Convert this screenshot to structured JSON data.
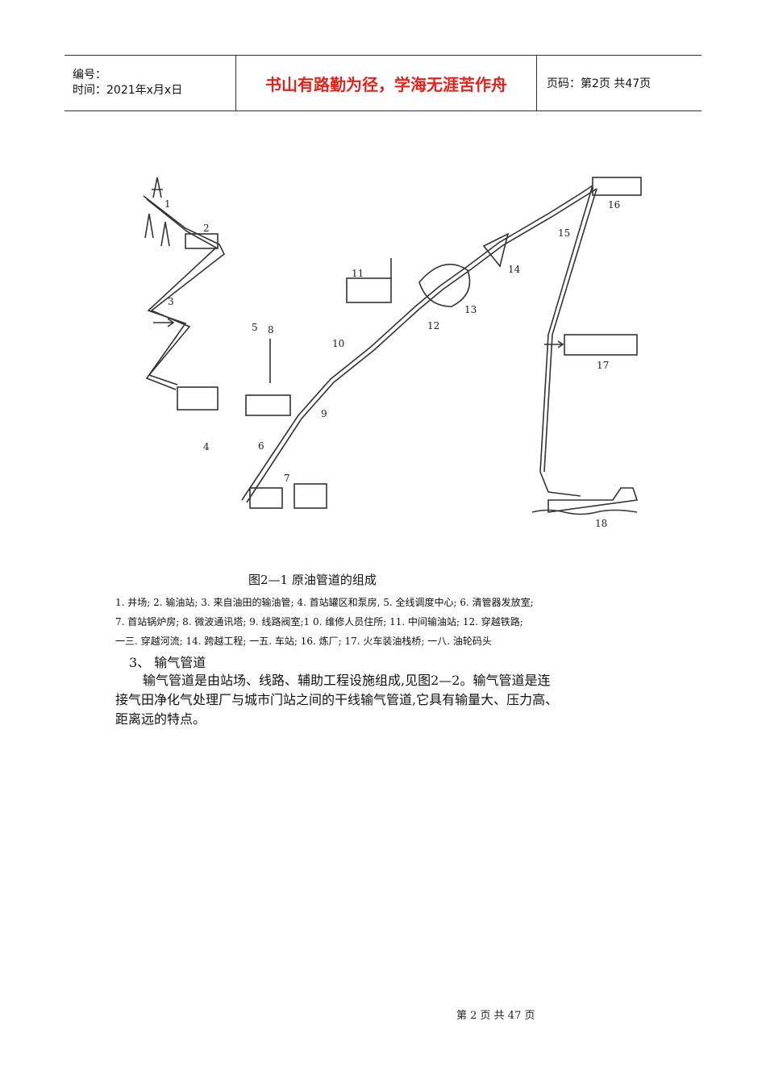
{
  "header": {
    "number_label": "编号：",
    "date_label": "时间：2021年x月x日",
    "motto": "书山有路勤为径，学海无涯苦作舟",
    "page_info": "页码：第2页  共47页"
  },
  "figure": {
    "labels": [
      "1",
      "2",
      "3",
      "4",
      "5",
      "6",
      "7",
      "8",
      "9",
      "10",
      "11",
      "12",
      "13",
      "14",
      "15",
      "16",
      "17",
      "18"
    ],
    "caption": "图2—1  原油管道的组成"
  },
  "legend": {
    "line1": "1. 井场; 2. 输油站; 3. 来自油田的输油管; 4. 首站罐区和泵房, 5. 全线调度中心; 6. 清管器发放室;",
    "line2": "7. 首站锅炉房; 8. 微波通讯塔; 9. 线路阀室;1 0. 维修人员住所; 11. 中间输油站; 12. 穿越铁路;",
    "line3": "一三. 穿越河流; 14. 跨越工程; 一五. 车站; 16. 炼厂; 17. 火车装油栈桥; 一八. 油轮码头"
  },
  "section": {
    "title": "3、  输气管道",
    "para_line1": "输气管道是由站场、线路、辅助工程设施组成,见图2—2。输气管道是连",
    "para_line2": "接气田净化气处理厂与城市门站之间的干线输气管道,它具有输量大、压力高、",
    "para_line3": "距离远的特点。"
  },
  "footer": {
    "page": "第 2 页 共 47 页"
  }
}
